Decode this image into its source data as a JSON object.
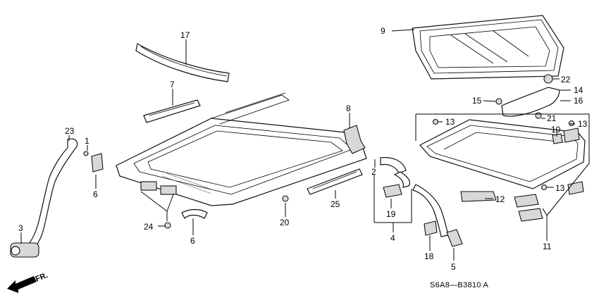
{
  "diagram": {
    "part_code": "S6A8—B3810 A",
    "direction_label": "FR.",
    "callouts": [
      {
        "id": "c17",
        "text": "17"
      },
      {
        "id": "c7",
        "text": "7"
      },
      {
        "id": "c9",
        "text": "9"
      },
      {
        "id": "c22",
        "text": "22"
      },
      {
        "id": "c14",
        "text": "14"
      },
      {
        "id": "c15",
        "text": "15"
      },
      {
        "id": "c16",
        "text": "16"
      },
      {
        "id": "c8",
        "text": "8"
      },
      {
        "id": "c13a",
        "text": "13"
      },
      {
        "id": "c21",
        "text": "21"
      },
      {
        "id": "c13b",
        "text": "13"
      },
      {
        "id": "c10",
        "text": "10"
      },
      {
        "id": "c23",
        "text": "23"
      },
      {
        "id": "c1",
        "text": "1"
      },
      {
        "id": "c2",
        "text": "2"
      },
      {
        "id": "c6a",
        "text": "6"
      },
      {
        "id": "c25",
        "text": "25"
      },
      {
        "id": "c19",
        "text": "19"
      },
      {
        "id": "c12",
        "text": "12"
      },
      {
        "id": "c13c",
        "text": "13"
      },
      {
        "id": "c3",
        "text": "3"
      },
      {
        "id": "c20",
        "text": "20"
      },
      {
        "id": "c24",
        "text": "24"
      },
      {
        "id": "c6b",
        "text": "6"
      },
      {
        "id": "c4",
        "text": "4"
      },
      {
        "id": "c11",
        "text": "11"
      },
      {
        "id": "c18",
        "text": "18"
      },
      {
        "id": "c5",
        "text": "5"
      }
    ]
  }
}
